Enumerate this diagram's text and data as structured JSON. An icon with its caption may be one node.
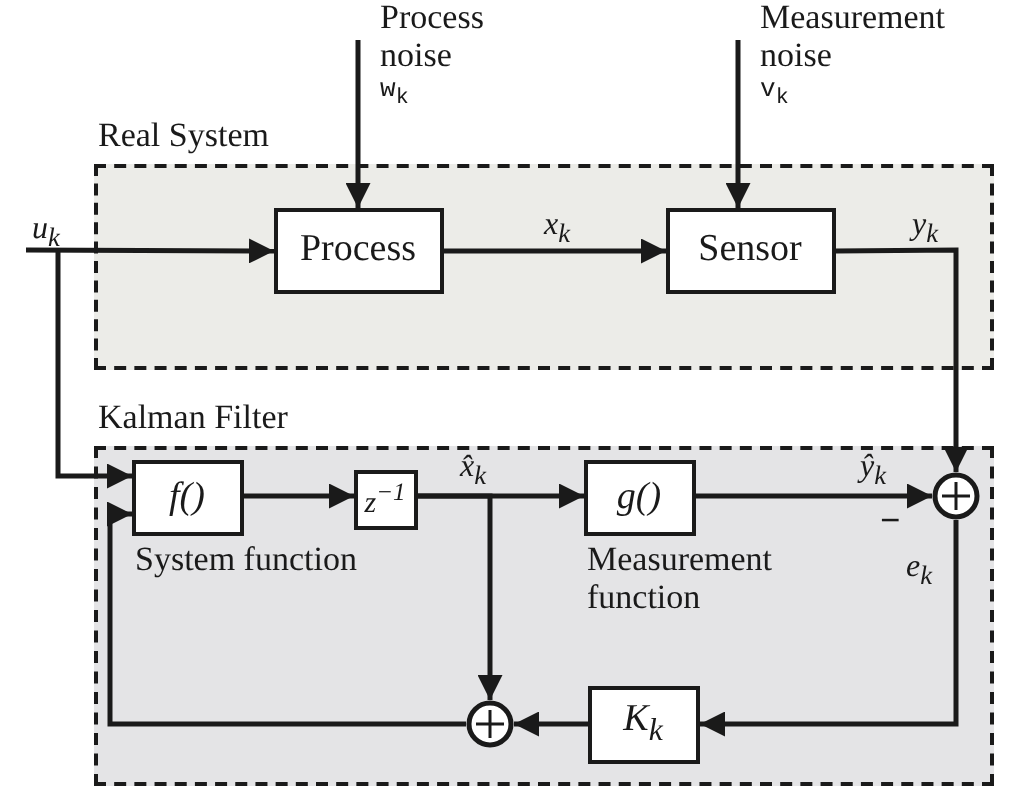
{
  "diagram": {
    "nodes": [
      {
        "text": [
          "Real System"
        ]
      },
      {
        "text": [
          "Process"
        ],
        "in": 0
      },
      {
        "text": [
          "Sensor"
        ],
        "in": 0
      },
      {
        "text": [
          "Process noise",
          "w$_{k}$"
        ]
      },
      {
        "text": [
          "Measurement noise",
          "v$_{k}$"
        ]
      },
      {
        "text": [
          "Kalman Filter"
        ]
      },
      {
        "text": [
          "f()"
        ],
        "in": 5,
        "beside": [
          "System function"
        ]
      },
      {
        "text": [
          "z$^{−1}$"
        ],
        "in": 5
      },
      {
        "text": [
          "g()"
        ],
        "in": 5,
        "beside": [
          "Measurement function"
        ]
      },
      {
        "text": [],
        "shape": "circle",
        "in": 5
      },
      {
        "text": [
          "K$_{k}$"
        ],
        "in": 5
      },
      {
        "text": [],
        "shape": "circle",
        "in": 5
      }
    ],
    "edges": [
      {
        "from": null,
        "to": 1,
        "arrow": "to",
        "label": "u$_{k}$"
      },
      {
        "from": null,
        "to": 6,
        "arrow": "to"
      },
      {
        "from": 3,
        "to": 1,
        "arrow": "to"
      },
      {
        "from": 4,
        "to": 2,
        "arrow": "to"
      },
      {
        "from": 1,
        "to": 2,
        "arrow": "to",
        "label": "x$_{k}$"
      },
      {
        "from": 2,
        "to": 9,
        "arrow": "to",
        "label": "y$_{k}$"
      },
      {
        "from": 6,
        "to": 7,
        "arrow": "to"
      },
      {
        "from": 7,
        "to": 8,
        "arrow": "to",
        "label": "x̂$_{k}$"
      },
      {
        "from": 7,
        "to": 11,
        "arrow": "to"
      },
      {
        "from": 8,
        "to": 9,
        "arrow": "to",
        "label": "ŷ$_{k}$"
      },
      {
        "from": 9,
        "to": 10,
        "arrow": "to",
        "label": "e$_{k}$"
      },
      {
        "from": 10,
        "to": 11,
        "arrow": "to"
      },
      {
        "from": 11,
        "to": 6,
        "arrow": "to"
      }
    ],
    "labels": [
      "−"
    ]
  }
}
